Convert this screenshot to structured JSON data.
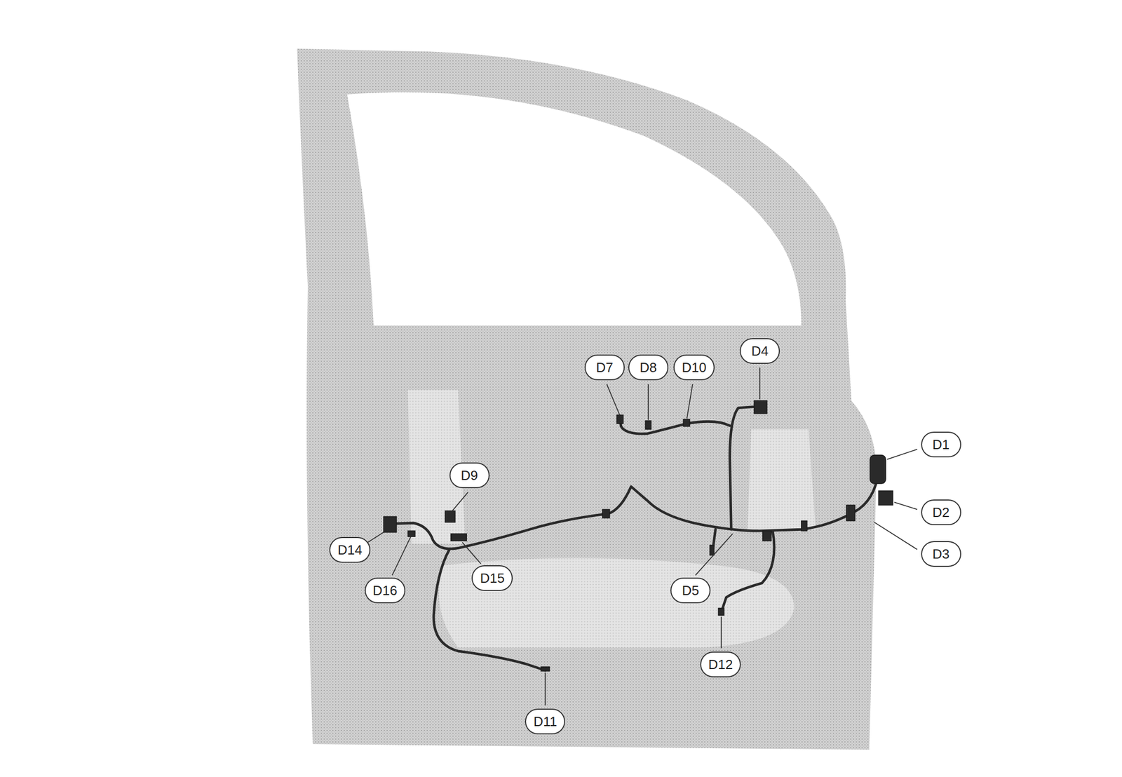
{
  "diagram": {
    "nodes": [
      {
        "text": [
          "D7"
        ]
      },
      {
        "text": [
          "D8"
        ]
      },
      {
        "text": [
          "D10"
        ]
      },
      {
        "text": [
          "D4"
        ]
      },
      {
        "text": [
          "D1"
        ]
      },
      {
        "text": [
          "D9"
        ]
      },
      {
        "text": [
          "D2"
        ]
      },
      {
        "text": [
          "D14"
        ]
      },
      {
        "text": [
          "D3"
        ]
      },
      {
        "text": [
          "D15"
        ]
      },
      {
        "text": [
          "D16"
        ]
      },
      {
        "text": [
          "D5"
        ]
      },
      {
        "text": [
          "D12"
        ]
      },
      {
        "text": [
          "D11"
        ]
      }
    ]
  }
}
